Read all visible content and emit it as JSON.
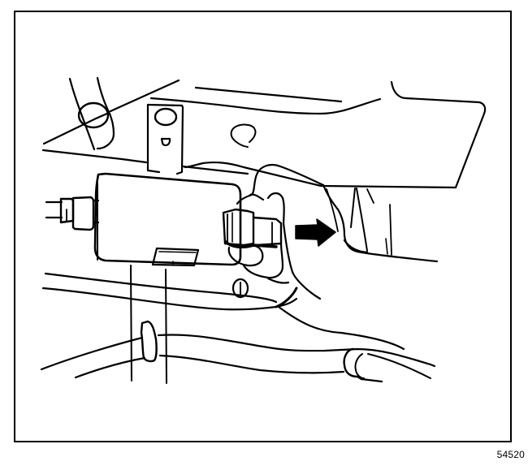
{
  "figure": {
    "number": "54520",
    "description": "Line drawing: hand disconnecting fuel line quick-connect fitting from fuel filter mounted under vehicle frame, arrow indicating pull direction",
    "colors": {
      "ink": "#000000",
      "paper": "#ffffff"
    },
    "elements": {
      "frame_border": "figure-border",
      "fuel_filter": "fuel-filter-canister",
      "inlet_fitting": "inlet-fitting",
      "outlet_fitting": "quick-connect-fitting",
      "mounting_bracket": "mounting-bracket",
      "hand": "hand",
      "direction_arrow": "arrow-right-icon",
      "fuel_lines": "fuel-lines",
      "line_clips": "line-clips",
      "vehicle_frame": "vehicle-frame-rail"
    }
  }
}
